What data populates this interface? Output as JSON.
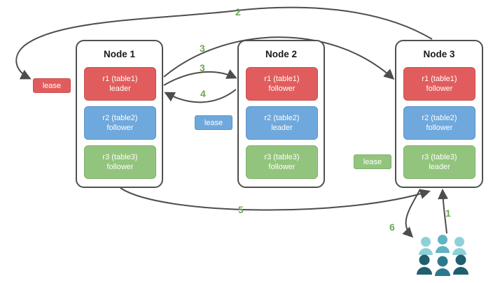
{
  "diagram": {
    "nodes": [
      {
        "title": "Node 1",
        "replicas": [
          {
            "name": "r1 (table1)",
            "role": "leader"
          },
          {
            "name": "r2 (table2)",
            "role": "follower"
          },
          {
            "name": "r3 (table3)",
            "role": "follower"
          }
        ]
      },
      {
        "title": "Node 2",
        "replicas": [
          {
            "name": "r1 (table1)",
            "role": "follower"
          },
          {
            "name": "r2 (table2)",
            "role": "leader"
          },
          {
            "name": "r3 (table3)",
            "role": "follower"
          }
        ]
      },
      {
        "title": "Node 3",
        "replicas": [
          {
            "name": "r1 (table1)",
            "role": "follower"
          },
          {
            "name": "r2 (table2)",
            "role": "follower"
          },
          {
            "name": "r3 (table3)",
            "role": "leader"
          }
        ]
      }
    ],
    "leases": [
      {
        "label": "lease",
        "color": "red"
      },
      {
        "label": "lease",
        "color": "blue"
      },
      {
        "label": "lease",
        "color": "green"
      }
    ],
    "step_labels": {
      "one": "1",
      "two": "2",
      "three_a": "3",
      "three_b": "3",
      "four": "4",
      "five": "5",
      "six": "6"
    },
    "colors": {
      "replica_red": "#e15d5d",
      "replica_blue": "#6fa8dc",
      "replica_green": "#93c47d",
      "step_text": "#6aa84f",
      "arrow": "#4d4d4d",
      "node_border": "#4f4f4f",
      "client_light_teal": "#8fd0d8",
      "client_mid_teal": "#4aa3b3",
      "client_dark_teal": "#1f5f6e"
    },
    "client": {
      "icon": "people-group"
    }
  }
}
